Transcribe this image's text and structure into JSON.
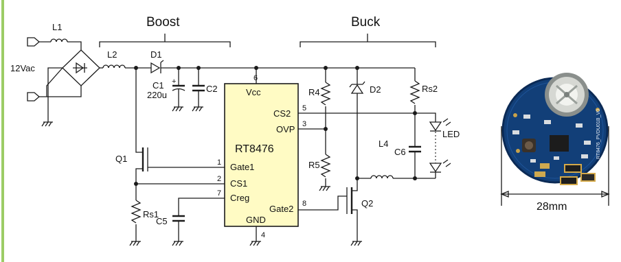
{
  "sections": {
    "boost": "Boost",
    "buck": "Buck"
  },
  "labels": {
    "L1": "L1",
    "L2": "L2",
    "D1": "D1",
    "C1": "C1",
    "C1_value": "220u",
    "C1_plus": "+",
    "C2": "C2",
    "C5": "C5",
    "Q1": "Q1",
    "Q2": "Q2",
    "Rs1": "Rs1",
    "Rs2": "Rs2",
    "R4": "R4",
    "R5": "R5",
    "D2": "D2",
    "L4": "L4",
    "C6": "C6",
    "LED": "LED",
    "input": "12Vac"
  },
  "ic": {
    "name": "RT8476",
    "pins": {
      "vcc": "Vcc",
      "cs2": "CS2",
      "ovp": "OVP",
      "gate1": "Gate1",
      "cs1": "CS1",
      "creg": "Creg",
      "gate2": "Gate2",
      "gnd": "GND"
    },
    "pin_numbers": {
      "vcc": "6",
      "cs2": "5",
      "ovp": "3",
      "gate1": "1",
      "cs1": "2",
      "creg": "7",
      "gate2": "8",
      "gnd": "4"
    }
  },
  "photo": {
    "dimension": "28mm",
    "board_text": "RT8476_PVDU01B_V0"
  },
  "colors": {
    "accent_bar": "#9ccc65",
    "ic_fill": "#fffbc4",
    "pcb": "#123f78"
  }
}
